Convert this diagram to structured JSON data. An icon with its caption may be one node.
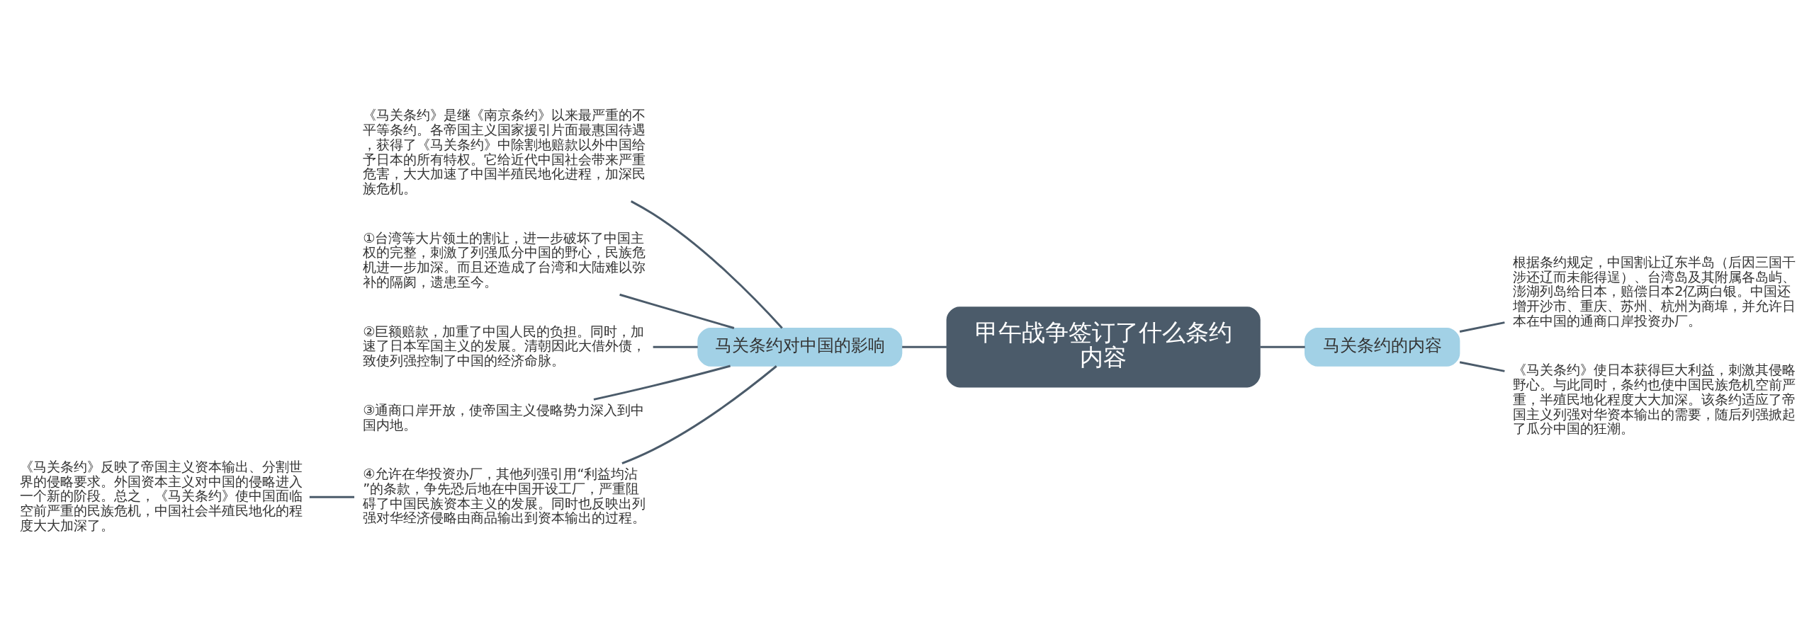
{
  "diagram": {
    "nodes": [
      {
        "text": [
          "甲午战争签订了什么条约内容"
        ]
      },
      {
        "text": [
          "马关条约对中国的影响"
        ]
      },
      {
        "text": [
          "《马关条约》是继《南京条约》以来最严重的不平等条约。各帝国主义国家援引片面最惠国待遇，获得了《马关条约》中除割地赔款以外中国给予日本的所有特权。它给近代中国社会带来严重危害，大大加速了中国半殖民地化进程，加深民族危机。"
        ]
      },
      {
        "text": [
          "①台湾等大片领土的割让，进一步破坏了中国主权的完整，刺激了列强瓜分中国的野心，民族危机进一步加深。而且还造成了台湾和大陆难以弥补的隔阂，遗患至今。"
        ]
      },
      {
        "text": [
          "②巨额赔款，加重了中国人民的负担。同时，加速了日本军国主义的发展。清朝因此大借外债，致使列强控制了中国的经济命脉。"
        ]
      },
      {
        "text": [
          "③通商口岸开放，使帝国主义侵略势力深入到中国内地。"
        ]
      },
      {
        "text": [
          "④允许在华投资办厂，其他列强引用“利益均沾”的条款，争先恐后地在中国开设工厂，严重阻碍了中国民族资本主义的发展。同时也反映出列强对华经济侵略由商品输出到资本输出的过程。"
        ]
      },
      {
        "text": [
          "《马关条约》反映了帝国主义资本输出、分割世界的侵略要求。外国资本主义对中国的侵略进入一个新的阶段。总之，《马关条约》使中国面临空前严重的民族危机，中国社会半殖民地化的程度大大加深了。"
        ]
      },
      {
        "text": [
          "马关条约的内容"
        ]
      },
      {
        "text": [
          "根据条约规定，中国割让辽东半岛（后因三国干涉还辽而未能得逞）、台湾岛及其附属各岛屿、澎湖列岛给日本，赔偿日本2亿两白银。中国还增开沙市、重庆、苏州、杭州为商埠，并允许日本在中国的通商口岸投资办厂。"
        ]
      },
      {
        "text": [
          "《马关条约》使日本获得巨大利益，刺激其侵略野心。与此同时，条约也使中国民族危机空前严重，半殖民地化程度大大加深。该条约适应了帝国主义列强对华资本输出的需要，随后列强掀起了瓜分中国的狂潮。"
        ]
      }
    ],
    "edges": [
      {
        "from": 0,
        "to": 1,
        "arrow": "none"
      },
      {
        "from": 1,
        "to": 2,
        "arrow": "none"
      },
      {
        "from": 1,
        "to": 3,
        "arrow": "none"
      },
      {
        "from": 1,
        "to": 4,
        "arrow": "none"
      },
      {
        "from": 1,
        "to": 5,
        "arrow": "none"
      },
      {
        "from": 1,
        "to": 6,
        "arrow": "none"
      },
      {
        "from": 6,
        "to": 7,
        "arrow": "none"
      },
      {
        "from": 0,
        "to": 8,
        "arrow": "none"
      },
      {
        "from": 8,
        "to": 9,
        "arrow": "none"
      },
      {
        "from": 8,
        "to": 10,
        "arrow": "none"
      }
    ]
  }
}
